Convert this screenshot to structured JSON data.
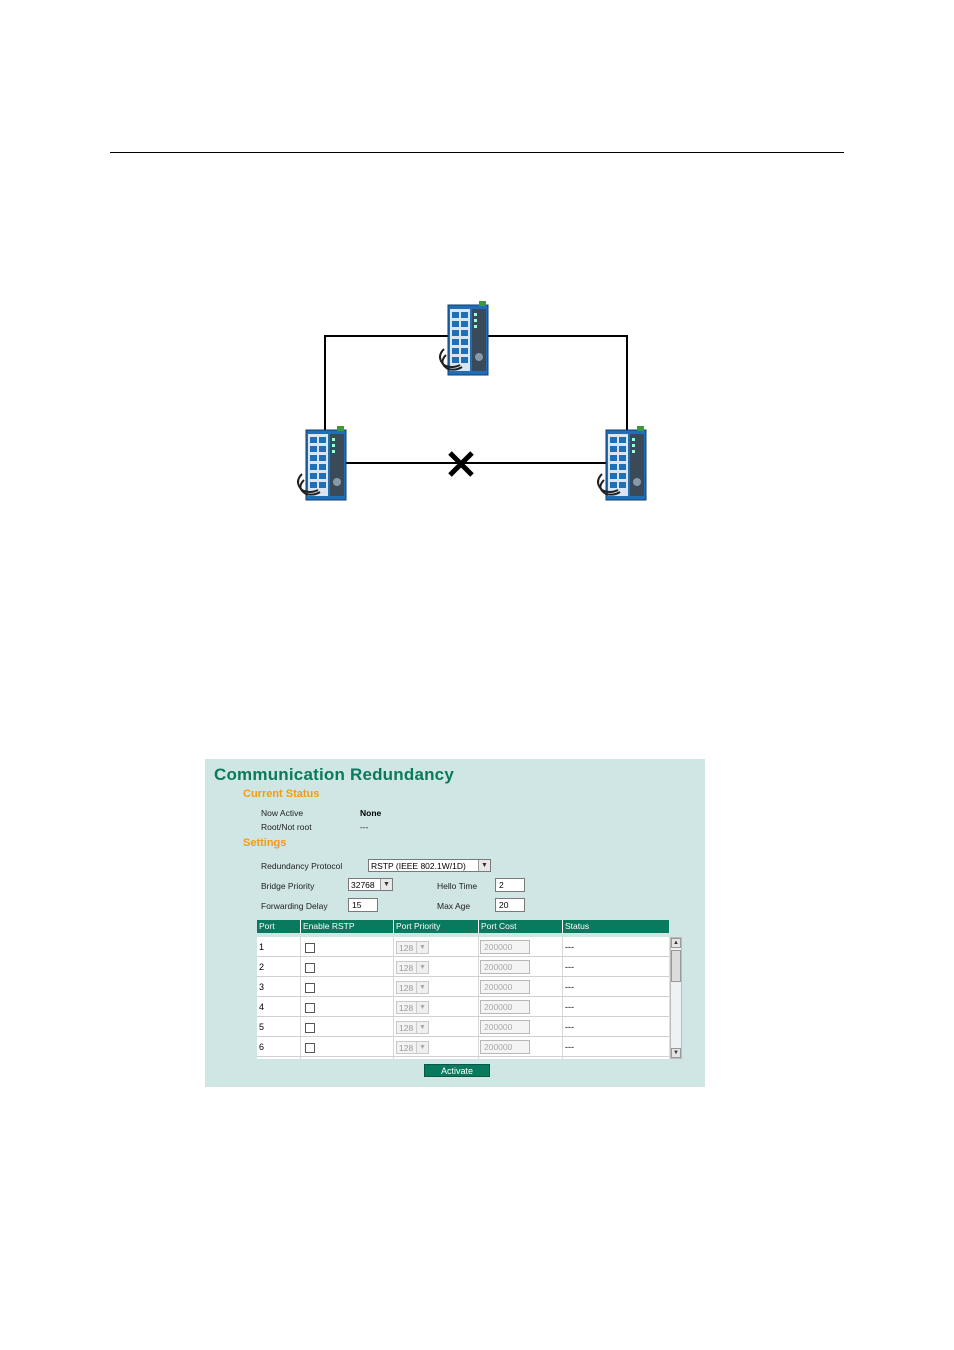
{
  "panel": {
    "title": "Communication Redundancy",
    "current_status": {
      "heading": "Current Status",
      "now_active_label": "Now Active",
      "now_active_value": "None",
      "root_label": "Root/Not root",
      "root_value": "---"
    },
    "settings": {
      "heading": "Settings",
      "protocol_label": "Redundancy Protocol",
      "protocol_value": "RSTP (IEEE 802.1W/1D)",
      "bridge_priority_label": "Bridge Priority",
      "bridge_priority_value": "32768",
      "hello_time_label": "Hello Time",
      "hello_time_value": "2",
      "forwarding_delay_label": "Forwarding Delay",
      "forwarding_delay_value": "15",
      "max_age_label": "Max Age",
      "max_age_value": "20"
    },
    "table": {
      "headers": [
        "Port",
        "Enable RSTP",
        "Port Priority",
        "Port Cost",
        "Status"
      ],
      "rows": [
        {
          "port": "1",
          "priority": "128",
          "cost": "200000",
          "status": "---"
        },
        {
          "port": "2",
          "priority": "128",
          "cost": "200000",
          "status": "---"
        },
        {
          "port": "3",
          "priority": "128",
          "cost": "200000",
          "status": "---"
        },
        {
          "port": "4",
          "priority": "128",
          "cost": "200000",
          "status": "---"
        },
        {
          "port": "5",
          "priority": "128",
          "cost": "200000",
          "status": "---"
        },
        {
          "port": "6",
          "priority": "128",
          "cost": "200000",
          "status": "---"
        }
      ]
    },
    "activate_label": "Activate",
    "colors": {
      "title": "#0a7a5e",
      "section": "#f39c12",
      "panel_bg": "#cfe6e4",
      "header_bg": "#0a7a5e"
    }
  },
  "diagram": {
    "icons": [
      "switch-icon",
      "switch-icon",
      "switch-icon",
      "blocked-link-x-icon"
    ]
  }
}
